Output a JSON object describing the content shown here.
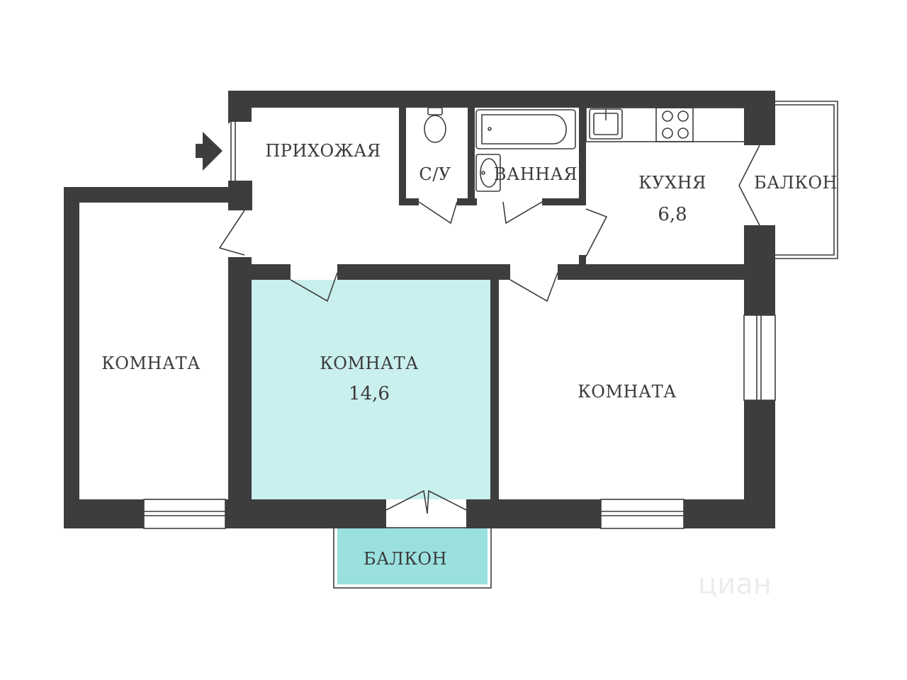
{
  "rooms": {
    "hallway": {
      "label": "ПРИХОЖАЯ"
    },
    "wc": {
      "label": "С/У"
    },
    "bathroom": {
      "label": "ВАННАЯ"
    },
    "kitchen": {
      "label": "КУХНЯ",
      "area": "6,8"
    },
    "kitchen_balcony": {
      "label": "БАЛКОН"
    },
    "room_left": {
      "label": "КОМНАТА"
    },
    "room_center": {
      "label": "КОМНАТА",
      "area": "14,6",
      "highlight_color": "#c9efee"
    },
    "room_right": {
      "label": "КОМНАТА"
    },
    "bottom_balcony": {
      "label": "БАЛКОН",
      "highlight_color": "#9ae0df"
    }
  },
  "colors": {
    "wall": "#3d3d3d",
    "background": "#ffffff"
  },
  "icons": [
    "entrance-arrow-icon",
    "toilet-icon",
    "bathtub-icon",
    "washbasin-icon",
    "kitchen-sink-icon",
    "stove-icon"
  ],
  "watermark": {
    "text": "циан"
  }
}
